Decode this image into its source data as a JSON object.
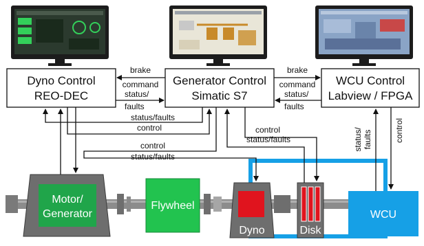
{
  "colors": {
    "motor_green": "#20a54a",
    "flywheel_green": "#22c34f",
    "dyno_red": "#e0141e",
    "disk_red": "#e0141e",
    "wcu_blue": "#16a0e6",
    "loop_blue": "#16a0e6",
    "shaft_gray": "#8c8c8c",
    "housing_gray": "#6e6e6e",
    "bezel": "#1c1c1c"
  },
  "monitors": [
    {
      "id": "dyno",
      "screen": "#2b3a2e",
      "accent": "#33d05a"
    },
    {
      "id": "generator",
      "screen": "#e9e6d8",
      "accent": "#c88a2a"
    },
    {
      "id": "wcu",
      "screen": "#8aa4c6",
      "accent": "#c84848"
    }
  ],
  "boxes": {
    "dyno": {
      "line1": "Dyno Control",
      "line2": "REO-DEC"
    },
    "generator": {
      "line1": "Generator Control",
      "line2": "Simatic S7"
    },
    "wcu": {
      "line1": "WCU Control",
      "line2": "Labview / FPGA"
    }
  },
  "labels": {
    "brake_left": "brake",
    "command_left": "command",
    "status_left": "status/",
    "faults_left": "faults",
    "brake_right": "brake",
    "command_right": "command",
    "status_right": "status/",
    "faults_right": "faults",
    "status_faults_a": "status/faults",
    "control_a": "control",
    "control_b": "control",
    "status_faults_b": "status/faults",
    "control_c": "control",
    "status_faults_c": "status/faults",
    "status_vertical": "status/",
    "faults_vertical": "faults",
    "control_vertical": "control"
  },
  "components": {
    "motor": {
      "line1": "Motor/",
      "line2": "Generator"
    },
    "flywheel": "Flywheel",
    "dyno": "Dyno",
    "disk": "Disk",
    "wcu": "WCU"
  }
}
